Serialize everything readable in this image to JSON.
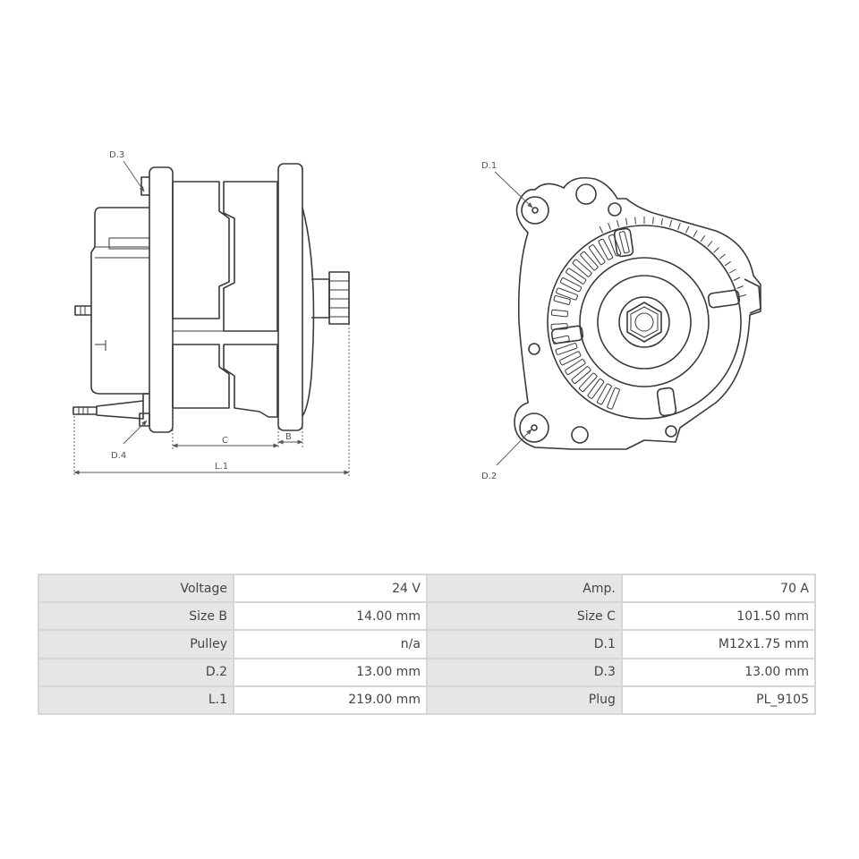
{
  "diagram": {
    "labels": {
      "d1": "D.1",
      "d2": "D.2",
      "d3": "D.3",
      "d4": "D.4",
      "b": "B",
      "c": "C",
      "l1": "L.1"
    }
  },
  "specs": {
    "rows": [
      [
        {
          "label": "Voltage",
          "value": "24 V"
        },
        {
          "label": "Amp.",
          "value": "70 A"
        }
      ],
      [
        {
          "label": "Size B",
          "value": "14.00 mm"
        },
        {
          "label": "Size C",
          "value": "101.50 mm"
        }
      ],
      [
        {
          "label": "Pulley",
          "value": "n/a"
        },
        {
          "label": "D.1",
          "value": "M12x1.75 mm"
        }
      ],
      [
        {
          "label": "D.2",
          "value": "13.00 mm"
        },
        {
          "label": "D.3",
          "value": "13.00 mm"
        }
      ],
      [
        {
          "label": "L.1",
          "value": "219.00 mm"
        },
        {
          "label": "Plug",
          "value": "PL_9105"
        }
      ]
    ]
  }
}
